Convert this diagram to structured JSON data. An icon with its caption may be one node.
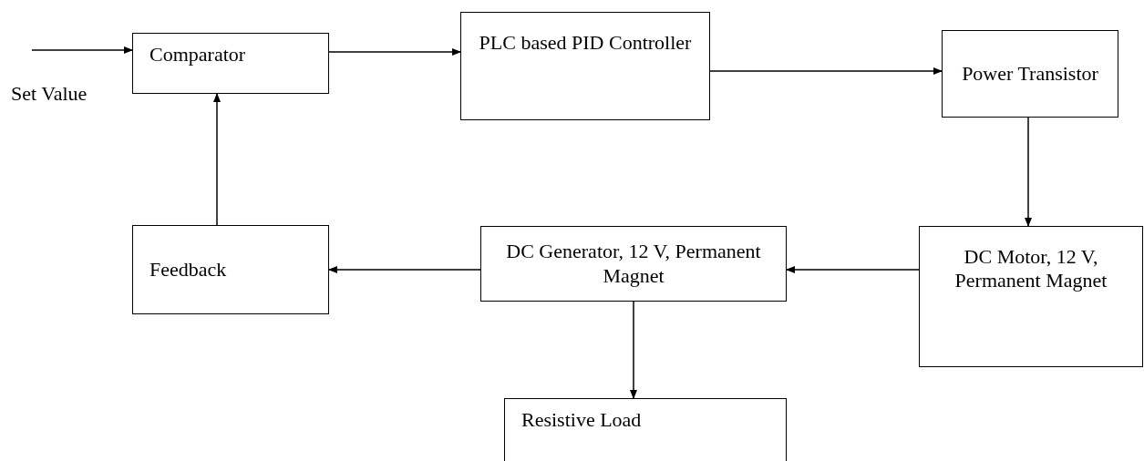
{
  "diagram": {
    "nodes": [
      {
        "text": [
          "Comparator"
        ]
      },
      {
        "text": [
          "PLC based PID Controller"
        ]
      },
      {
        "text": [
          "Power Transistor"
        ]
      },
      {
        "text": [
          "DC Motor, 12 V, Permanent Magnet"
        ]
      },
      {
        "text": [
          "DC Generator, 12 V, Permanent Magnet"
        ]
      },
      {
        "text": [
          "Feedback"
        ]
      },
      {
        "text": [
          "Resistive Load"
        ]
      }
    ],
    "edges": [
      {
        "from": null,
        "to": 0,
        "arrow": "to"
      },
      {
        "from": 0,
        "to": 1,
        "arrow": "to"
      },
      {
        "from": 1,
        "to": 2,
        "arrow": "to"
      },
      {
        "from": 2,
        "to": 3,
        "arrow": "to"
      },
      {
        "from": 3,
        "to": 4,
        "arrow": "to"
      },
      {
        "from": 4,
        "to": 5,
        "arrow": "to"
      },
      {
        "from": 4,
        "to": 6,
        "arrow": "to"
      },
      {
        "from": 5,
        "to": 0,
        "arrow": "to"
      }
    ],
    "labels": [
      "Set Value"
    ]
  }
}
